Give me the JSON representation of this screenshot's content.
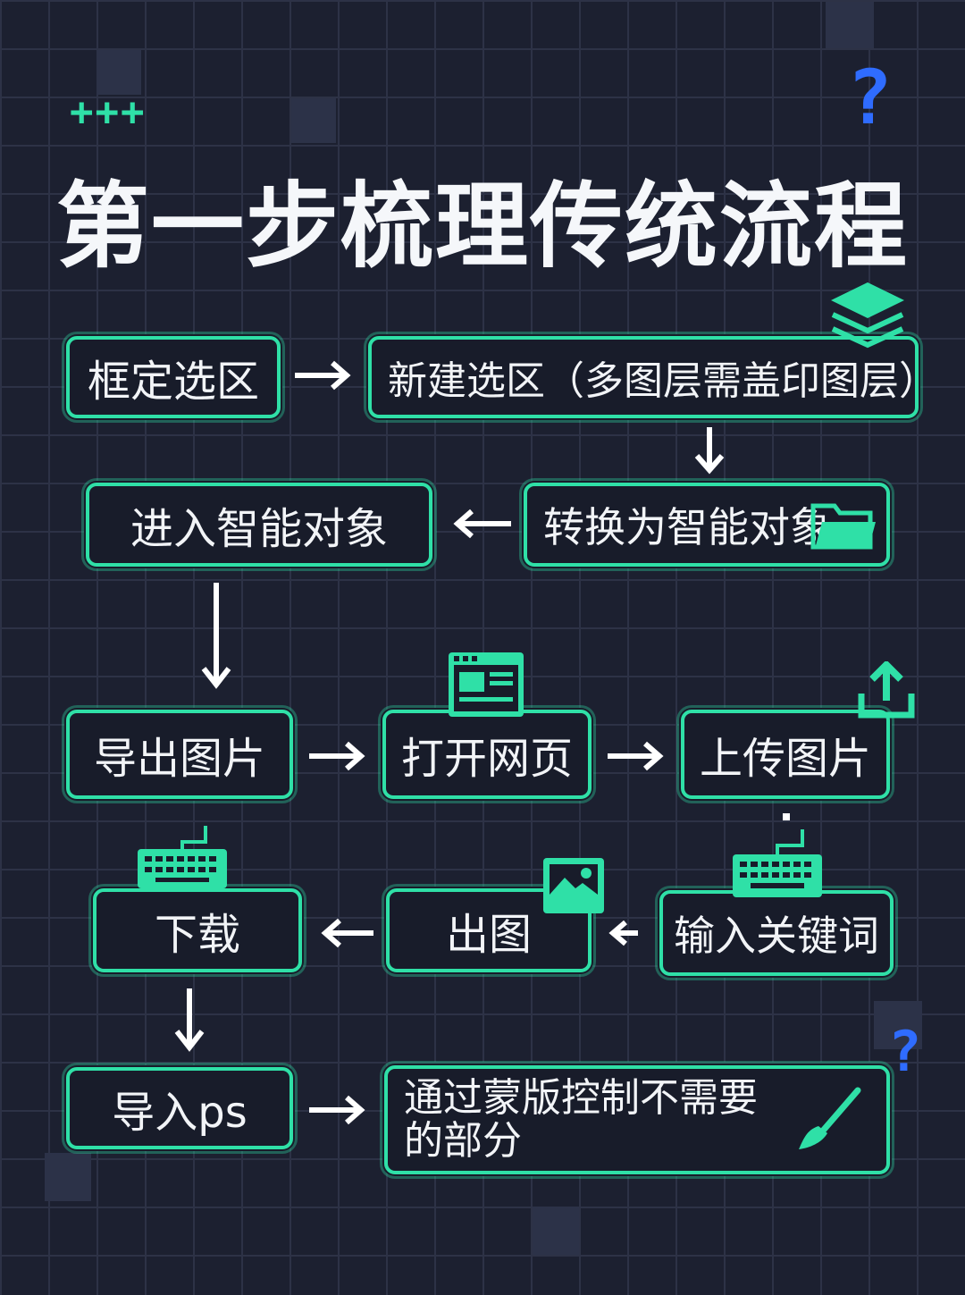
{
  "title": "第一步梳理传统流程",
  "decor": {
    "plus": "+++",
    "question_mark": "?"
  },
  "colors": {
    "accent": "#2fe0a7",
    "background": "#1c2030",
    "question": "#2f6cff"
  },
  "steps": {
    "select": "框定选区",
    "new_selection": "新建选区（多图层需盖印图层）",
    "convert": "转换为智能对象",
    "enter": "进入智能对象",
    "export": "导出图片",
    "open_web": "打开网页",
    "upload": "上传图片",
    "keywords": "输入关键词",
    "generate": "出图",
    "download": "下载",
    "import_ps": "导入ps",
    "mask": "通过蒙版控制不需要的部分"
  },
  "icons": [
    "layers-icon",
    "folder-icon",
    "webpage-icon",
    "upload-icon",
    "keyboard-icon",
    "image-icon",
    "brush-icon"
  ]
}
